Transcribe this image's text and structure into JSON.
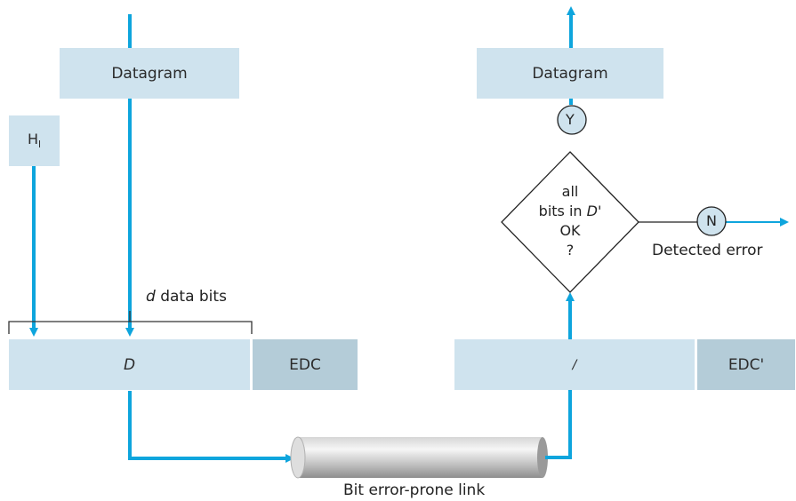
{
  "sender": {
    "datagram_label": "Datagram",
    "header_label": "H",
    "header_subscript": "l",
    "brace_var": "d",
    "brace_rest": " data bits",
    "data_label": "D",
    "edc_label": "EDC"
  },
  "receiver": {
    "datagram_label": "Datagram",
    "yes_label": "Y",
    "no_label": "N",
    "decision": {
      "line1": "all",
      "line2_prefix": "bits in ",
      "line2_var": "D'",
      "line3": "OK",
      "line4": "?"
    },
    "data_label": "/",
    "edc_label": "EDC'",
    "detected_error_label": "Detected error"
  },
  "link": {
    "label": "Bit error-prone link"
  },
  "colors": {
    "arrow": "#0ea5dd",
    "box_light": "#cfe3ee",
    "box_dark": "#b4ccd8"
  }
}
